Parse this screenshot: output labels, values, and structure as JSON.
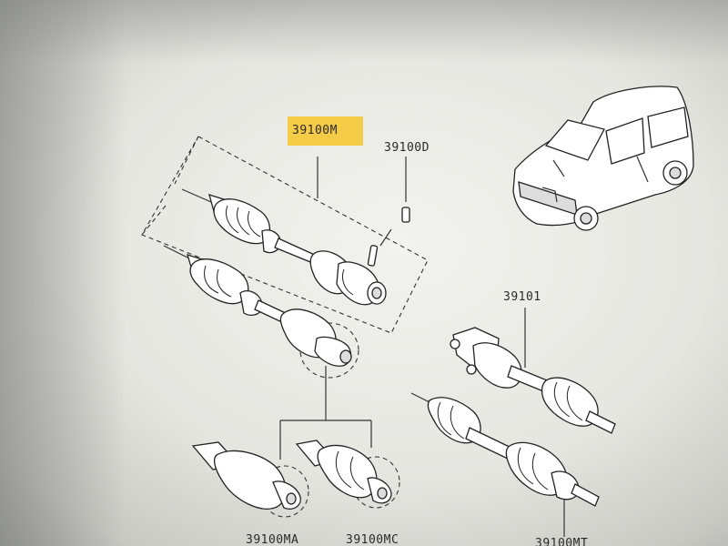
{
  "labels": {
    "highlighted_assembly": "39100M",
    "d": "39100D",
    "right_assembly": "39101",
    "ma": "39100MA",
    "mc": "39100MC",
    "mt": "39100MT"
  },
  "colors": {
    "highlight": "#f4c93a",
    "line": "#333333",
    "paper": "#f2f2ee"
  },
  "icons": {
    "vehicle": "van-icon",
    "shaft": "drive-shaft-icon"
  }
}
